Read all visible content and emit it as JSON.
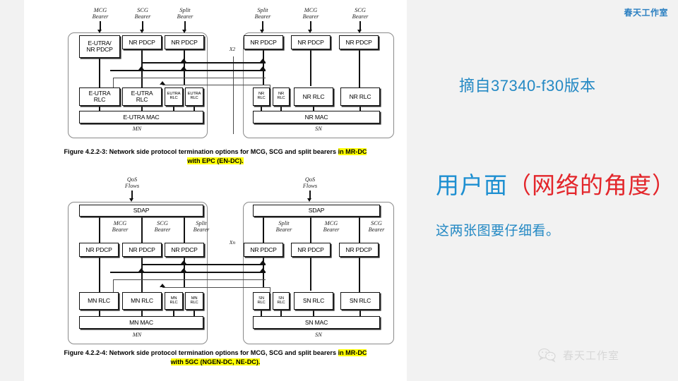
{
  "slide": {
    "background_color": "#f2f2f2",
    "panel_color": "#ffffff",
    "accent_blue": "#1d8fd1",
    "accent_red": "#e3262b",
    "highlight_yellow": "#ffff00"
  },
  "right": {
    "brand_top": "春天工作室",
    "source_line": "摘自37340-f30版本",
    "title_blue": "用户面",
    "title_red": "（网络的角度）",
    "note": "这两张图要仔细看。",
    "watermark_text": "春天工作室",
    "watermark_icon": "wechat-icon"
  },
  "figure1": {
    "caption_prefix": "Figure 4.2.2-3: Network side protocol termination options for MCG, SCG and split bearers ",
    "caption_hl1": "in MR-DC",
    "caption_hl2": "with EPC (EN-DC).",
    "interface_label": "X2",
    "mn_label": "MN",
    "sn_label": "SN",
    "mn_bearers": [
      "MCG\nBearer",
      "SCG\nBearer",
      "Split\nBearer"
    ],
    "sn_bearers": [
      "Split\nBearer",
      "MCG\nBearer",
      "SCG\nBearer"
    ],
    "mn_pdcp": [
      "E-UTRA/\nNR PDCP",
      "NR PDCP",
      "NR PDCP"
    ],
    "sn_pdcp": [
      "NR PDCP",
      "NR PDCP",
      "NR PDCP"
    ],
    "mn_rlc": [
      "E-UTRA\nRLC",
      "E-UTRA\nRLC",
      "EUTRA\nRLC",
      "EUTRA\nRLC"
    ],
    "sn_rlc": [
      "NR\nRLC",
      "NR\nRLC",
      "NR RLC",
      "NR RLC"
    ],
    "mn_mac": "E-UTRA MAC",
    "sn_mac": "NR MAC"
  },
  "figure2": {
    "caption_prefix": "Figure 4.2.2-4: Network side protocol termination options for MCG, SCG and split bearers ",
    "caption_hl1": "in MR-DC",
    "caption_hl2": "with 5GC (NGEN-DC, NE-DC).",
    "interface_label": "Xn",
    "mn_label": "MN",
    "sn_label": "SN",
    "qos_label_mn": "QoS\nFlows",
    "qos_label_sn": "QoS\nFlows",
    "mn_sdap": "SDAP",
    "sn_sdap": "SDAP",
    "mn_bearers": [
      "MCG\nBearer",
      "SCG\nBearer",
      "Split\nBearer"
    ],
    "sn_bearers": [
      "Split\nBearer",
      "MCG\nBearer",
      "SCG\nBearer"
    ],
    "mn_pdcp": [
      "NR PDCP",
      "NR PDCP",
      "NR PDCP"
    ],
    "sn_pdcp": [
      "NR PDCP",
      "NR PDCP",
      "NR PDCP"
    ],
    "mn_rlc": [
      "MN RLC",
      "MN RLC",
      "MN\nRLC",
      "MN\nRLC"
    ],
    "sn_rlc": [
      "SN\nRLC",
      "SN\nRLC",
      "SN RLC",
      "SN RLC"
    ],
    "mn_mac": "MN MAC",
    "sn_mac": "SN MAC"
  }
}
